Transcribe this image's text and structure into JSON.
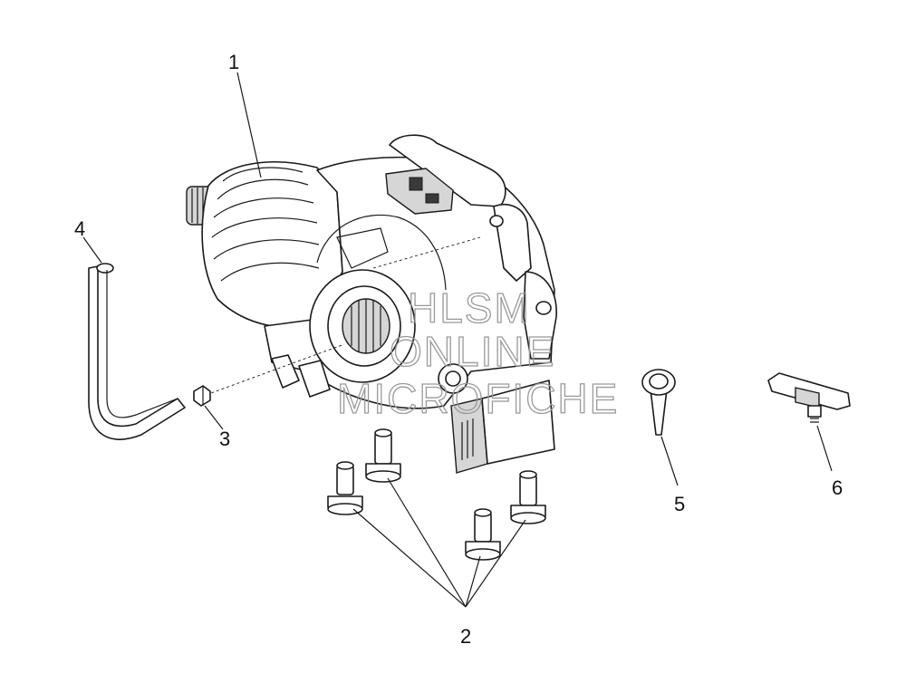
{
  "callouts": [
    {
      "id": "callout-1",
      "label": "1"
    },
    {
      "id": "callout-2",
      "label": "2"
    },
    {
      "id": "callout-3",
      "label": "3"
    },
    {
      "id": "callout-4",
      "label": "4"
    },
    {
      "id": "callout-5",
      "label": "5"
    },
    {
      "id": "callout-6",
      "label": "6"
    }
  ],
  "watermark": {
    "line1": "HLSM",
    "line2": "ONLINE",
    "line3": "MICROFICHE"
  },
  "colors": {
    "line": "#1a1a1a",
    "shade": "#d6d6d6",
    "watermark": "#9a9a9a"
  }
}
